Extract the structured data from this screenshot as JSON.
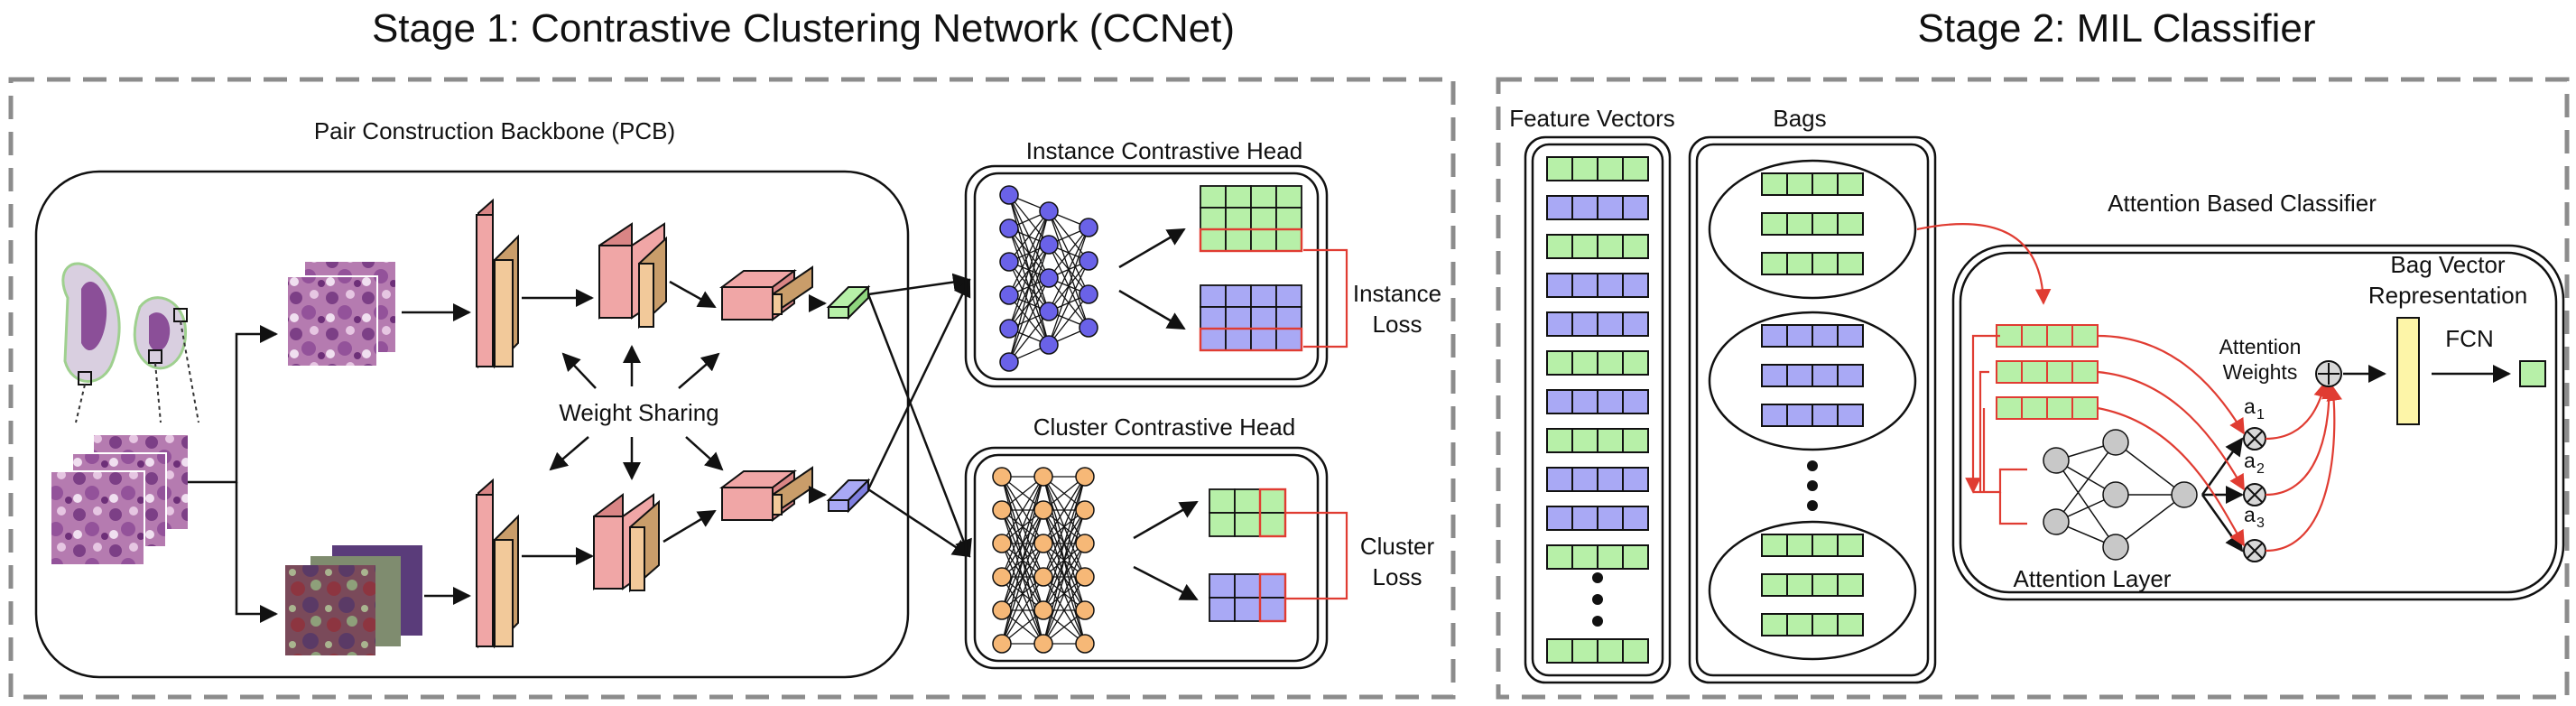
{
  "stage1": {
    "title": "Stage 1: Contrastive Clustering Network (CCNet)",
    "pcb_label": "Pair Construction Backbone (PCB)",
    "weight_sharing": "Weight Sharing",
    "instance_head": "Instance Contrastive Head",
    "cluster_head": "Cluster Contrastive Head",
    "instance_loss_1": "Instance",
    "instance_loss_2": "Loss",
    "cluster_loss_1": "Cluster",
    "cluster_loss_2": "Loss"
  },
  "stage2": {
    "title": "Stage 2: MIL Classifier",
    "feature_vectors": "Feature Vectors",
    "bags": "Bags",
    "attention_classifier": "Attention Based Classifier",
    "bag_vector_1": "Bag Vector",
    "bag_vector_2": "Representation",
    "attention_weights_1": "Attention",
    "attention_weights_2": "Weights",
    "fcn": "FCN",
    "attention_layer": "Attention Layer",
    "a1": "a",
    "a1_sub": "1",
    "a2": "a",
    "a2_sub": "2",
    "a3": "a",
    "a3_sub": "3"
  },
  "colors": {
    "green": "#b7f0a8",
    "blue": "#a9a9f5",
    "red_block": "#f0a6a6",
    "tan_block": "#f2c99a",
    "node_blue": "#6a62e8",
    "node_orange": "#f6b877",
    "node_gray": "#c8c8c8",
    "yellow": "#fdf5a8",
    "red_line": "#e03c32"
  }
}
